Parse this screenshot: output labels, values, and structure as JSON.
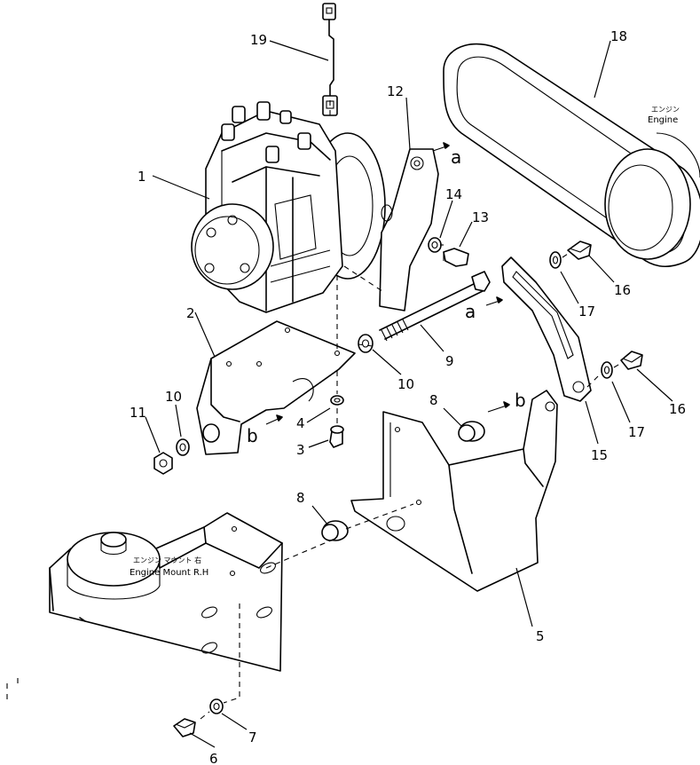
{
  "callouts": {
    "n1": "1",
    "n2": "2",
    "n3": "3",
    "n4": "4",
    "n5": "5",
    "n6": "6",
    "n7": "7",
    "n8a": "8",
    "n8b": "8",
    "n9": "9",
    "n10a": "10",
    "n10b": "10",
    "n11": "11",
    "n12": "12",
    "n13": "13",
    "n14": "14",
    "n15": "15",
    "n16a": "16",
    "n16b": "16",
    "n17a": "17",
    "n17b": "17",
    "n18": "18",
    "n19": "19"
  },
  "refs": {
    "a_top": "a",
    "a_mid": "a",
    "b_left": "b",
    "b_right": "b"
  },
  "labels": {
    "engine_jp": "エンジン",
    "engine": "Engine",
    "mount_jp": "エンジン マウント 右",
    "mount": "Engine Mount R.H"
  }
}
